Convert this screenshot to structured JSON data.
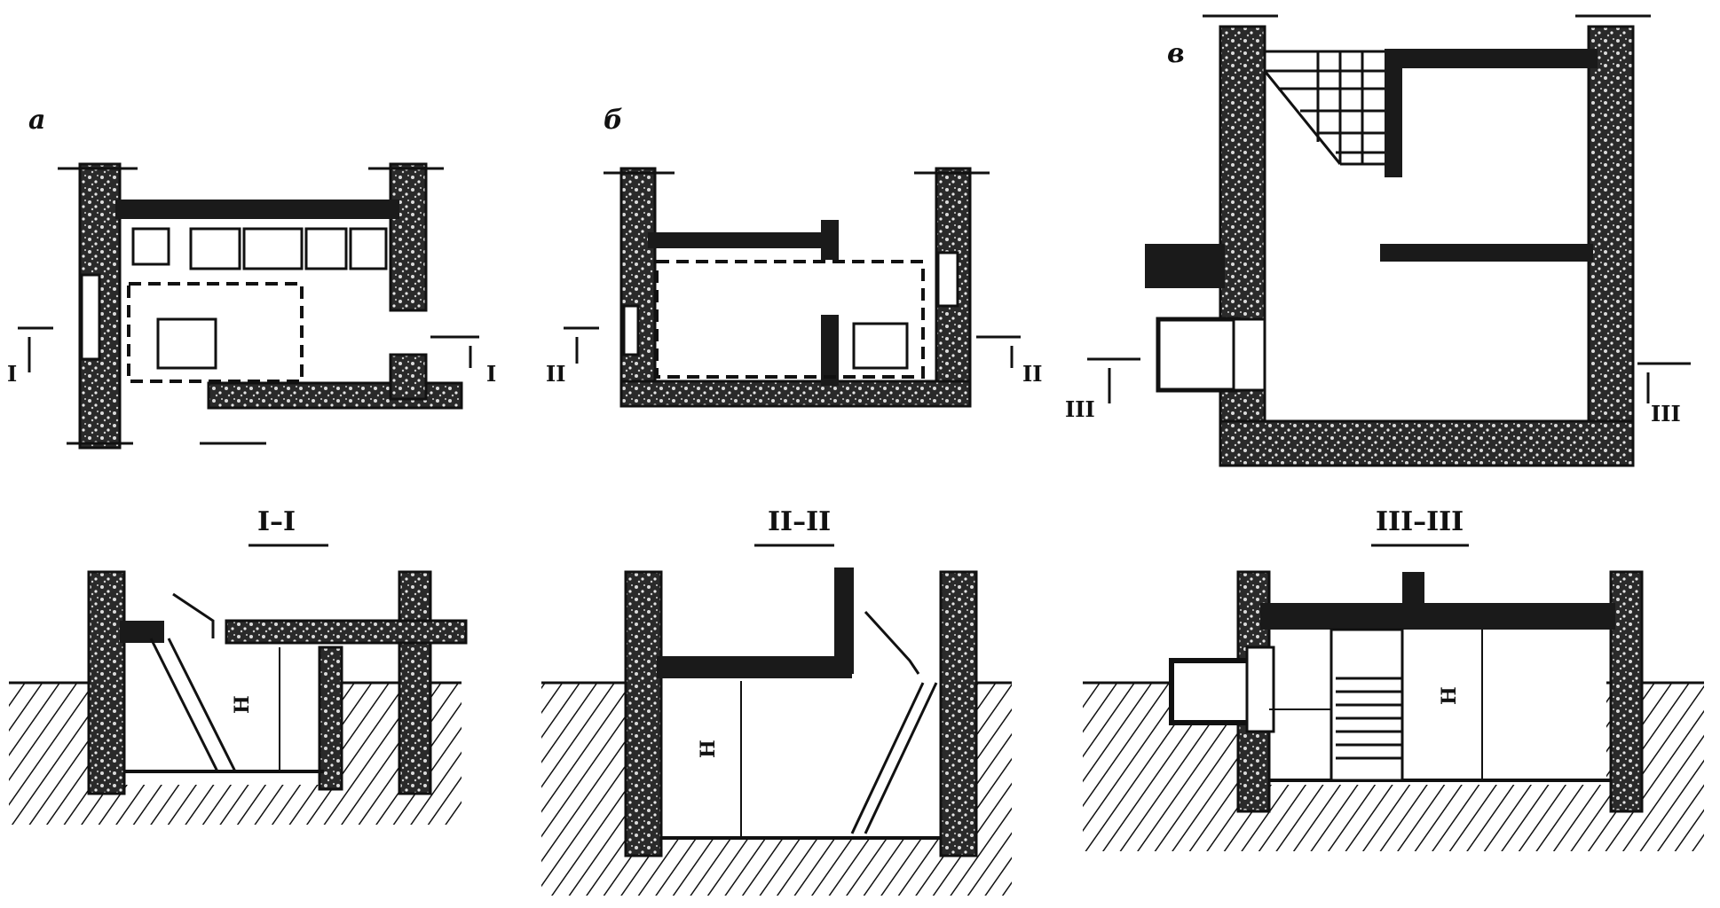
{
  "plans": {
    "a": {
      "letter": "а",
      "cut_left": "I",
      "cut_right": "I"
    },
    "b": {
      "letter": "б",
      "cut_left": "II",
      "cut_right": "II"
    },
    "c": {
      "letter": "в",
      "cut_left": "III",
      "cut_right": "III"
    }
  },
  "sections": {
    "a": {
      "title": "I–I",
      "height_mark": "H"
    },
    "b": {
      "title": "II–II",
      "height_mark": "H"
    },
    "c": {
      "title": "III–III",
      "height_mark": "H"
    }
  }
}
